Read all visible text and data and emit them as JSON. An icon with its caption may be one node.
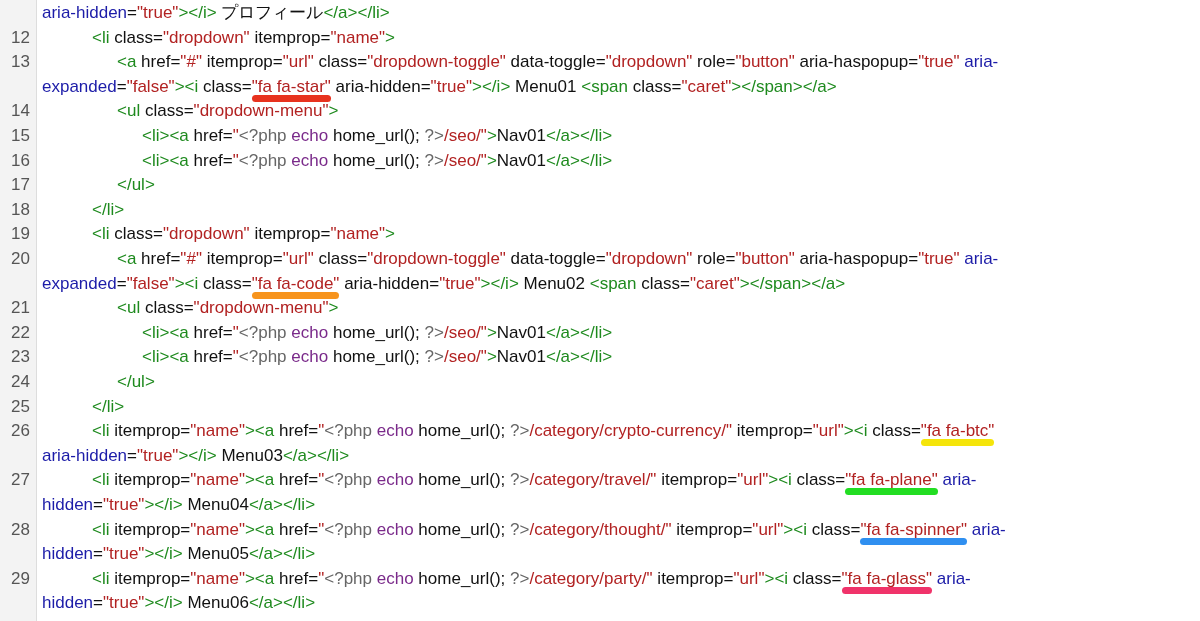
{
  "diagram": {
    "labels": [
      "aria-hidden=\"true\"></i> プロフィール</a></li>",
      "12",
      "<li class=\"dropdown\" itemprop=\"name\">",
      "13",
      "<a href=\"#\" itemprop=\"url\" class=\"dropdown-toggle\" data-toggle=\"dropdown\" role=\"button\" aria-haspopup=\"true\" aria-",
      "expanded=\"false\"><i class=\"fa fa-star\" aria-hidden=\"true\"></i> Menu01 <span class=\"caret\"></span></a>",
      "14",
      "<ul class=\"dropdown-menu\">",
      "15",
      "<li><a href=\"<?php echo home_url(); ?>/seo/\">Nav01</a></li>",
      "16",
      "<li><a href=\"<?php echo home_url(); ?>/seo/\">Nav01</a></li>",
      "17",
      "</ul>",
      "18",
      "</li>",
      "19",
      "<li class=\"dropdown\" itemprop=\"name\">",
      "20",
      "<a href=\"#\" itemprop=\"url\" class=\"dropdown-toggle\" data-toggle=\"dropdown\" role=\"button\" aria-haspopup=\"true\" aria-",
      "expanded=\"false\"><i class=\"fa fa-code\" aria-hidden=\"true\"></i> Menu02 <span class=\"caret\"></span></a>",
      "21",
      "<ul class=\"dropdown-menu\">",
      "22",
      "<li><a href=\"<?php echo home_url(); ?>/seo/\">Nav01</a></li>",
      "23",
      "<li><a href=\"<?php echo home_url(); ?>/seo/\">Nav01</a></li>",
      "24",
      "</ul>",
      "25",
      "</li>",
      "26",
      "<li itemprop=\"name\"><a href=\"<?php echo home_url(); ?>/category/crypto-currency/\" itemprop=\"url\"><i class=\"fa fa-btc\"",
      "aria-hidden=\"true\"></i> Menu03</a></li>",
      "27",
      "<li itemprop=\"name\"><a href=\"<?php echo home_url(); ?>/category/travel/\" itemprop=\"url\"><i class=\"fa fa-plane\" aria-",
      "hidden=\"true\"></i> Menu04</a></li>",
      "28",
      "<li itemprop=\"name\"><a href=\"<?php echo home_url(); ?>/category/thought/\" itemprop=\"url\"><i class=\"fa fa-spinner\" aria-",
      "hidden=\"true\"></i> Menu05</a></li>",
      "29",
      "<li itemprop=\"name\"><a href=\"<?php echo home_url(); ?>/category/party/\" itemprop=\"url\"><i class=\"fa fa-glass\" aria-",
      "hidden=\"true\"></i> Menu06</a></li>"
    ]
  }
}
